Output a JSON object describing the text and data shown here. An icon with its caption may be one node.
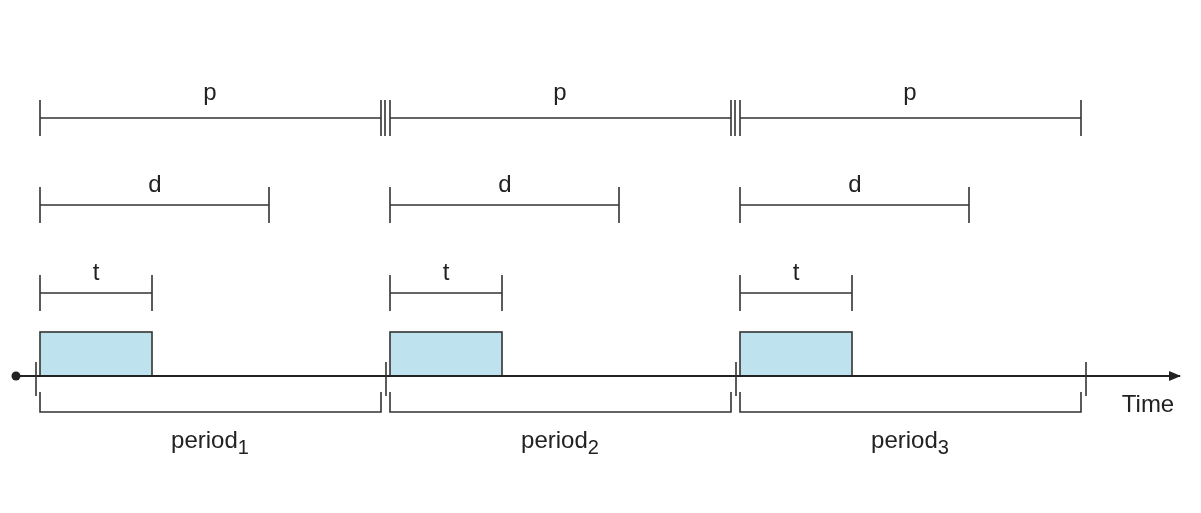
{
  "diagram": {
    "nodes": [
      {
        "text": [],
        "shape": "bar"
      },
      {
        "text": [],
        "shape": "bar"
      },
      {
        "text": [],
        "shape": "bar"
      }
    ],
    "labels": [
      "p",
      "p",
      "p",
      "d",
      "d",
      "d",
      "t",
      "t",
      "t",
      "period$_{1}$",
      "period$_{2}$",
      "period$_{3}$",
      "Time"
    ]
  }
}
